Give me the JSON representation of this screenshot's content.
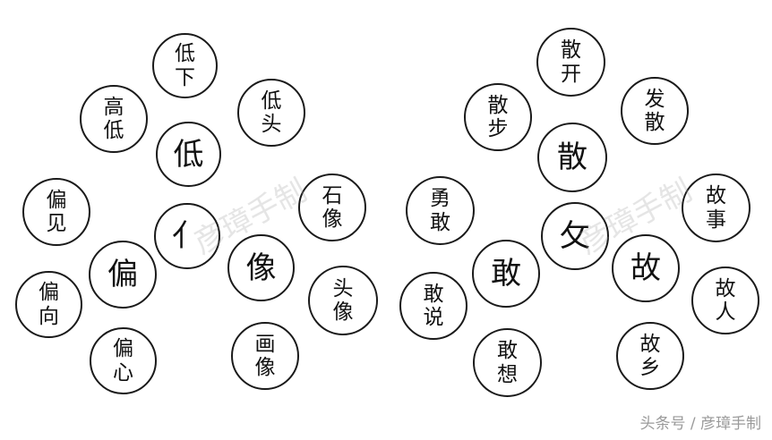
{
  "groups": [
    {
      "radical": "亻",
      "words": [
        {
          "text": "低下",
          "kind": "small"
        },
        {
          "text": "高低",
          "kind": "small"
        },
        {
          "text": "低头",
          "kind": "small"
        },
        {
          "text": "低",
          "kind": "big"
        },
        {
          "text": "偏见",
          "kind": "small"
        },
        {
          "text": "亻",
          "kind": "big"
        },
        {
          "text": "石像",
          "kind": "small"
        },
        {
          "text": "偏",
          "kind": "big"
        },
        {
          "text": "像",
          "kind": "big"
        },
        {
          "text": "偏向",
          "kind": "small"
        },
        {
          "text": "头像",
          "kind": "small"
        },
        {
          "text": "偏心",
          "kind": "small"
        },
        {
          "text": "画像",
          "kind": "small"
        }
      ]
    },
    {
      "radical": "攵",
      "words": [
        {
          "text": "散开",
          "kind": "small"
        },
        {
          "text": "散步",
          "kind": "small"
        },
        {
          "text": "发散",
          "kind": "small"
        },
        {
          "text": "散",
          "kind": "big"
        },
        {
          "text": "勇敢",
          "kind": "small"
        },
        {
          "text": "攵",
          "kind": "big"
        },
        {
          "text": "故事",
          "kind": "small"
        },
        {
          "text": "敢",
          "kind": "big"
        },
        {
          "text": "故",
          "kind": "big"
        },
        {
          "text": "敢说",
          "kind": "small"
        },
        {
          "text": "故人",
          "kind": "small"
        },
        {
          "text": "敢想",
          "kind": "small"
        },
        {
          "text": "故乡",
          "kind": "small"
        }
      ]
    }
  ],
  "watermark": "彦璋手制",
  "credit": "头条号 / 彦璋手制"
}
